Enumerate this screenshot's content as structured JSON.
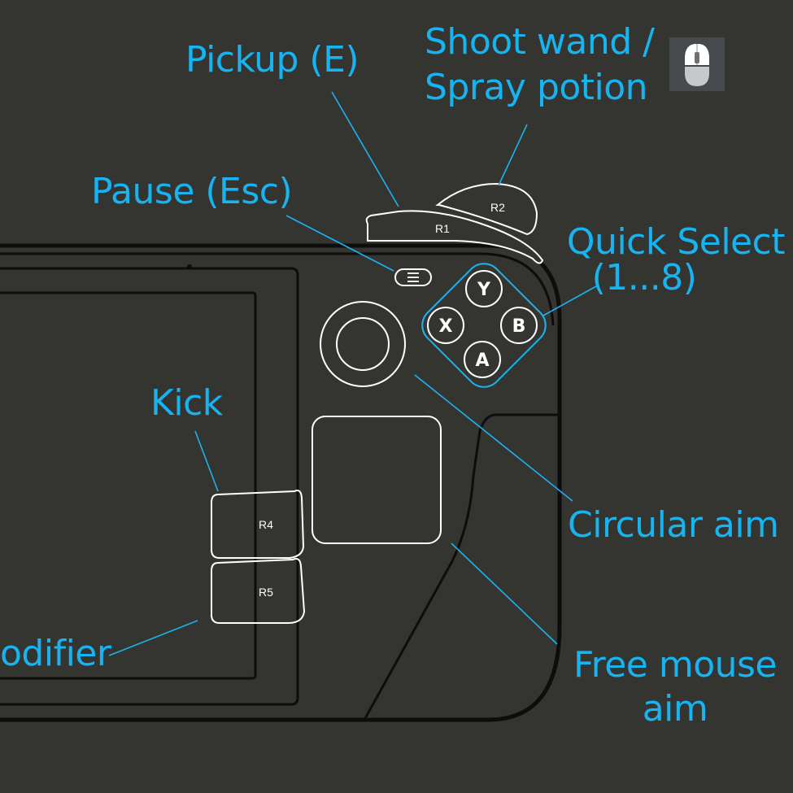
{
  "labels": {
    "pickup": "Pickup (E)",
    "shoot_line1": "Shoot wand /",
    "shoot_line2": "Spray potion",
    "pause": "Pause (Esc)",
    "quick_select_line1": "Quick Select",
    "quick_select_line2": "(1...8)",
    "kick": "Kick",
    "circular_aim": "Circular aim",
    "free_mouse_line1": "Free mouse",
    "free_mouse_line2": "aim",
    "modifier": "odifier"
  },
  "buttons": {
    "r1": "R1",
    "r2": "R2",
    "r4": "R4",
    "r5": "R5",
    "y": "Y",
    "x": "X",
    "b": "B",
    "a": "A"
  },
  "icons": {
    "mouse": "mouse-left-click-icon",
    "menu": "menu-lines-icon"
  },
  "colors": {
    "label": "#17b4f2",
    "background": "#343431",
    "outline": "#0d0d0d",
    "control": "#ffffff"
  }
}
